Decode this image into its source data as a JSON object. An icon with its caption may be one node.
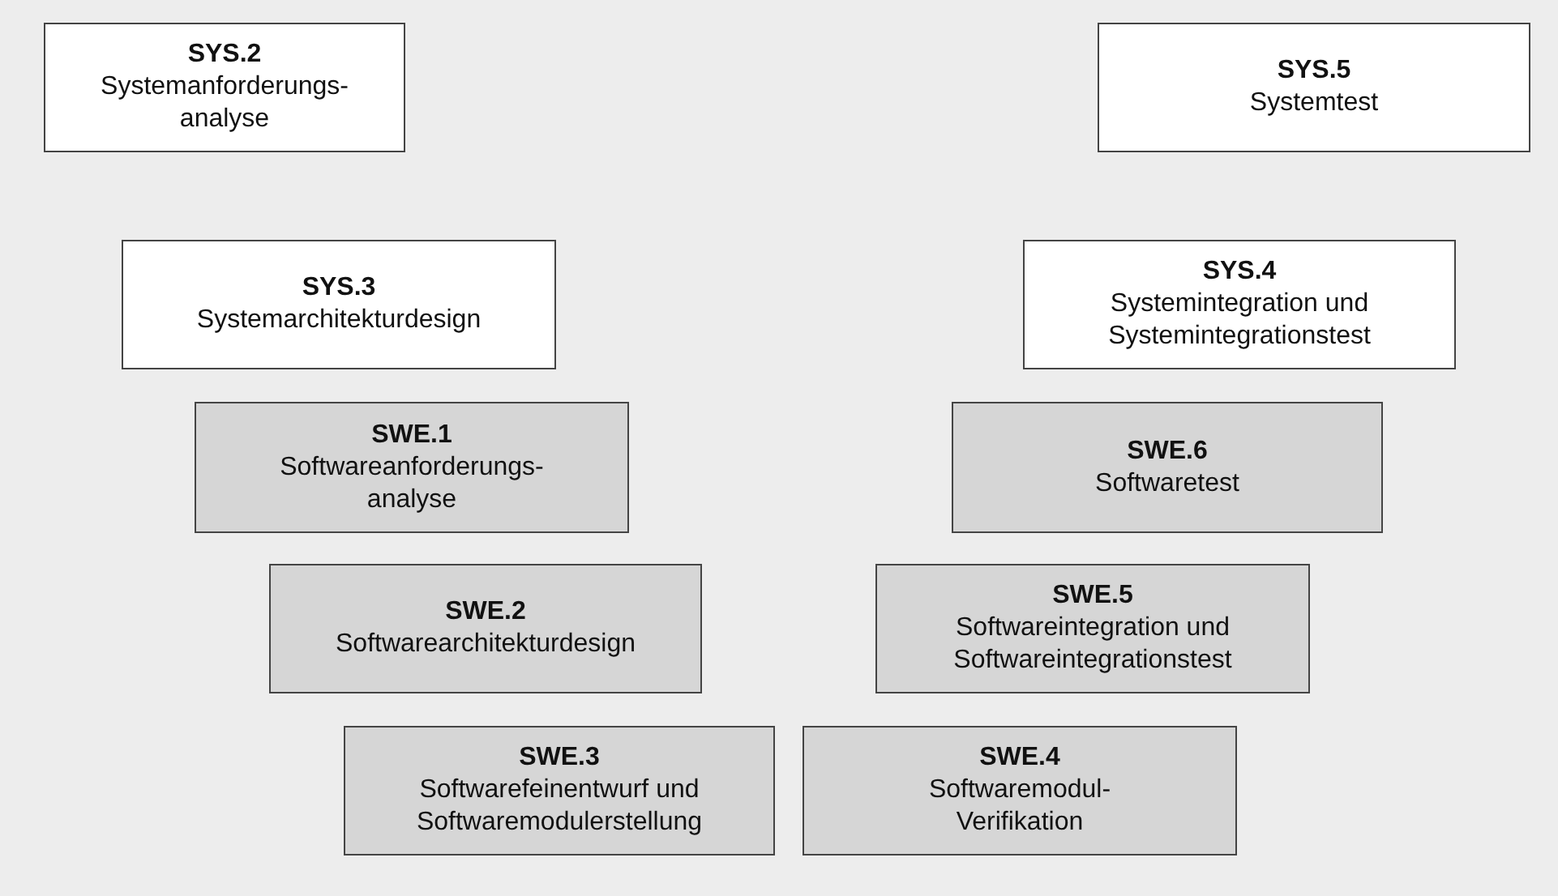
{
  "diagram": {
    "nodes": [
      {
        "text": [
          "SYS.2",
          "Systemanforderungs- analyse"
        ]
      },
      {
        "text": [
          "SYS.3",
          "Systemarchitekturdesign"
        ]
      },
      {
        "text": [
          "SWE.1",
          "Softwareanforderungs- analyse"
        ]
      },
      {
        "text": [
          "SWE.2",
          "Softwarearchitekturdesign"
        ]
      },
      {
        "text": [
          "SWE.3",
          "Softwarefeinentwurf und Softwaremodulerstellung"
        ]
      },
      {
        "text": [
          "SWE.4",
          "Softwaremodul- Verifikation"
        ]
      },
      {
        "text": [
          "SWE.5",
          "Softwareintegration und Softwareintegrationstest"
        ]
      },
      {
        "text": [
          "SWE.6",
          "Softwaretest"
        ]
      },
      {
        "text": [
          "SYS.4",
          "Systemintegration und Systemintegrationstest"
        ]
      },
      {
        "text": [
          "SYS.5",
          "Systemtest"
        ]
      }
    ]
  }
}
